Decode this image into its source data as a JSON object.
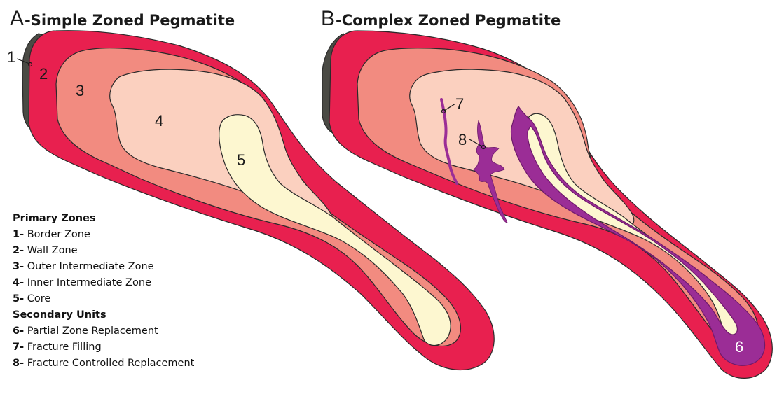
{
  "panels": {
    "a": {
      "letter": "A",
      "title": "-Simple Zoned Pegmatite"
    },
    "b": {
      "letter": "B",
      "title": "-Complex Zoned Pegmatite"
    }
  },
  "labels_a": {
    "n1": "1",
    "n2": "2",
    "n3": "3",
    "n4": "4",
    "n5": "5"
  },
  "labels_b": {
    "n6": "6",
    "n7": "7",
    "n8": "8"
  },
  "legend": {
    "primary_heading": "Primary Zones",
    "primary": [
      {
        "num": "1-",
        "text": "Border Zone"
      },
      {
        "num": "2-",
        "text": "Wall Zone"
      },
      {
        "num": "3-",
        "text": "Outer Intermediate Zone"
      },
      {
        "num": "4-",
        "text": "Inner Intermediate Zone"
      },
      {
        "num": "5-",
        "text": "Core"
      }
    ],
    "secondary_heading": "Secondary Units",
    "secondary": [
      {
        "num": "6-",
        "text": "Partial Zone Replacement"
      },
      {
        "num": "7-",
        "text": "Fracture Filling"
      },
      {
        "num": "8-",
        "text": "Fracture Controlled Replacement"
      }
    ]
  },
  "colors": {
    "border_zone": "#4a4a44",
    "wall_zone": "#e8204f",
    "outer_intermediate": "#f28b80",
    "inner_intermediate": "#fbd0bf",
    "core": "#fdf7d0",
    "replacement": "#9b2d96",
    "outline": "#2a2a2a"
  }
}
